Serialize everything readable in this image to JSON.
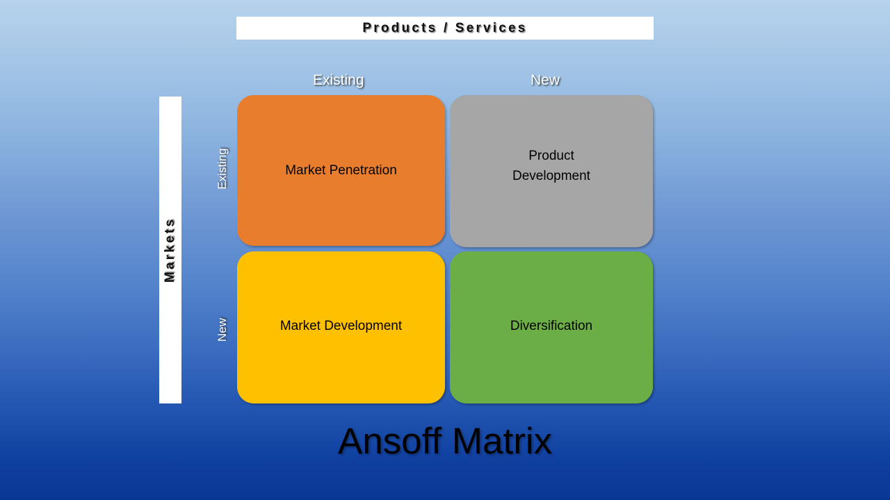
{
  "diagram": {
    "title": "Ansoff Matrix",
    "top_axis_title": "Products / Services",
    "left_axis_title": "Markets",
    "columns": [
      {
        "label": "Existing"
      },
      {
        "label": "New"
      }
    ],
    "rows": [
      {
        "label": "Existing"
      },
      {
        "label": "New"
      }
    ],
    "quadrants": [
      {
        "name": "market-penetration",
        "label": "Market Penetration",
        "color": "#E87D2E",
        "market": "Existing",
        "product": "Existing"
      },
      {
        "name": "product-development",
        "label": "Product\nDevelopment",
        "line1": "Product",
        "line2": "Development",
        "color": "#A6A6A6",
        "market": "Existing",
        "product": "New"
      },
      {
        "name": "market-development",
        "label": "Market Development",
        "color": "#FFC000",
        "market": "New",
        "product": "Existing"
      },
      {
        "name": "diversification",
        "label": "Diversification",
        "color": "#6CAE46",
        "market": "New",
        "product": "New"
      }
    ],
    "background": {
      "top_color": "#b7d2ec",
      "mid_color": "#4a7cc7",
      "bottom_color": "#083895"
    }
  }
}
